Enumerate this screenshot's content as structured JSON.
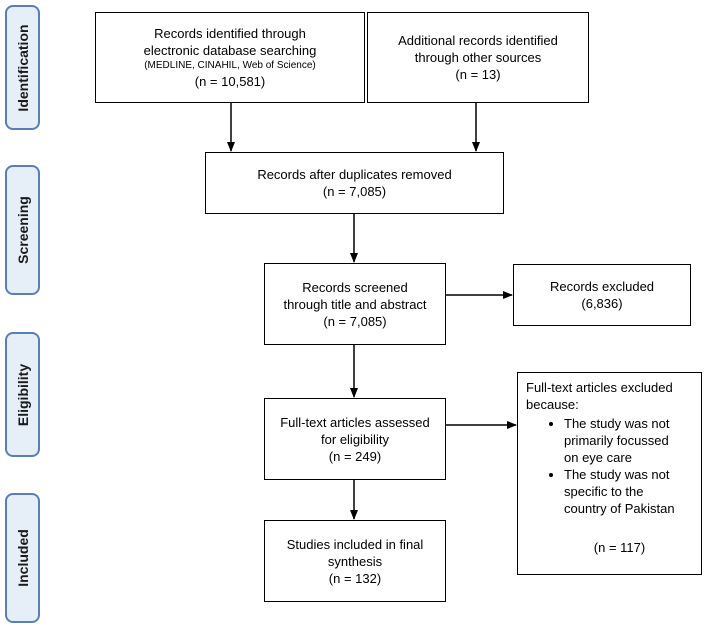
{
  "phases": {
    "identification": "Identification",
    "screening": "Screening",
    "eligibility": "Eligibility",
    "included": "Included"
  },
  "identified_db": {
    "line1": "Records identified through",
    "line2": "electronic database searching",
    "line3": "(MEDLINE, CINAHIL, Web of Science)",
    "count": "(n = 10,581)"
  },
  "identified_other": {
    "line1": "Additional records identified",
    "line2": "through other sources",
    "count": "(n = 13)"
  },
  "duplicates_removed": {
    "line1": "Records after duplicates removed",
    "count": "(n = 7,085)"
  },
  "screened": {
    "line1": "Records screened",
    "line2": "through title and abstract",
    "count": "(n = 7,085)"
  },
  "records_excluded": {
    "line1": "Records excluded",
    "count": "(6,836)"
  },
  "fulltext_assessed": {
    "line1": "Full-text articles assessed",
    "line2": "for eligibility",
    "count": "(n = 249)"
  },
  "fulltext_excluded": {
    "heading1": "Full-text articles excluded",
    "heading2": "because:",
    "reason1_a": "The study was not",
    "reason1_b": "primarily focussed",
    "reason1_c": "on eye care",
    "reason2_a": "The study was not",
    "reason2_b": "specific to the",
    "reason2_c": "country of Pakistan",
    "count": "(n = 117)"
  },
  "included": {
    "line1": "Studies included in final",
    "line2": "synthesis",
    "count": "(n = 132)"
  }
}
